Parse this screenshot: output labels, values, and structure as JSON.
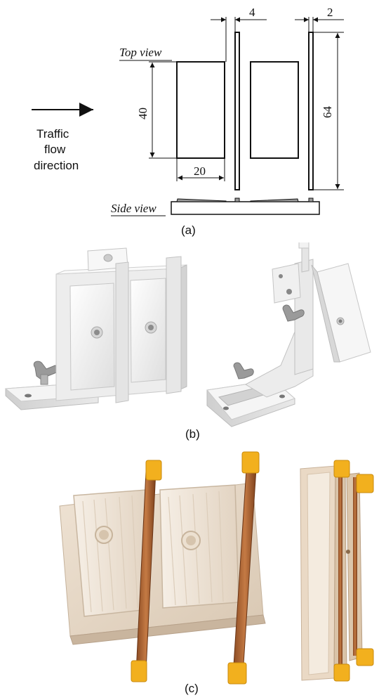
{
  "panel_a": {
    "top_view": "Top view",
    "side_view": "Side view",
    "traffic": [
      "Traffic",
      "flow",
      "direction"
    ],
    "dims": {
      "gap": "4",
      "thickness": "2",
      "height": "40",
      "length": "64",
      "width": "20"
    },
    "caption": "(a)"
  },
  "panel_b": {
    "caption": "(b)"
  },
  "panel_c": {
    "caption": "(c)"
  },
  "colors": {
    "line": "#111111",
    "print_white": "#f1f1f1",
    "print_shade": "#cfcfcf",
    "wing_nut": "#9a9a9a",
    "resin": "#e4d6c4",
    "copper": "#b06a38",
    "tape": "#f2b01e"
  }
}
